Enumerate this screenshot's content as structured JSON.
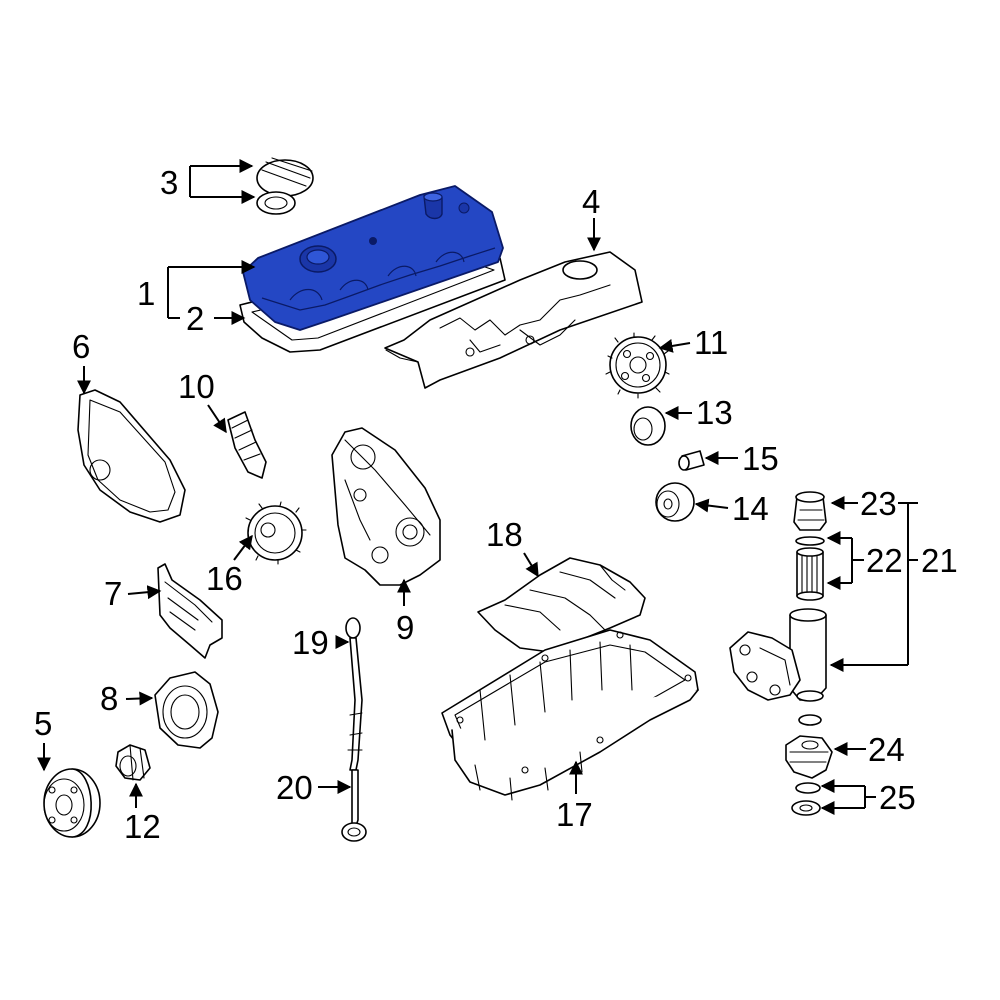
{
  "diagram": {
    "highlight_color": "#2447c4",
    "line_color": "#000000",
    "background": "#ffffff",
    "highlighted_part": "1",
    "callouts": [
      "1",
      "2",
      "3",
      "4",
      "5",
      "6",
      "7",
      "8",
      "9",
      "10",
      "11",
      "12",
      "13",
      "14",
      "15",
      "16",
      "17",
      "18",
      "19",
      "20",
      "21",
      "22",
      "23",
      "24",
      "25"
    ]
  }
}
